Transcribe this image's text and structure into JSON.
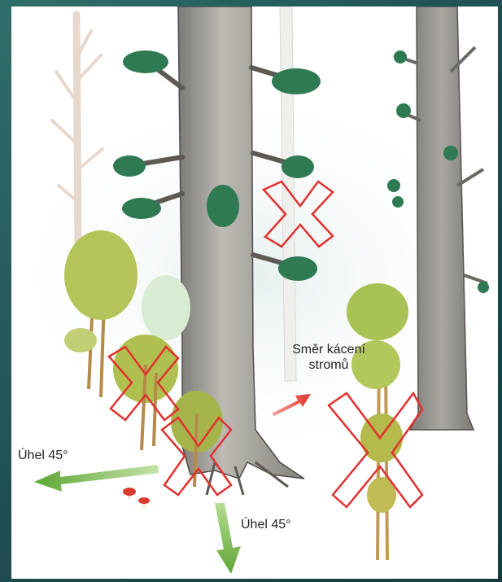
{
  "labels": {
    "felling_direction": [
      "Směr kácení",
      "stromů"
    ],
    "angle_left": "Úhel 45°",
    "angle_down": "Úhel 45°"
  },
  "colors": {
    "frame": "#1f4f52",
    "background": "#ffffff",
    "trunk": "#8f8c87",
    "foliage_dark": "#2f7a52",
    "foliage_light": "#b5c45a",
    "cross_mark": "#e0312f",
    "arrow_green": "#6fb33f",
    "arrow_red": "#e0302b"
  },
  "icons": [
    "tree-trunk",
    "young-tree",
    "cross-mark",
    "arrow",
    "mushroom"
  ]
}
